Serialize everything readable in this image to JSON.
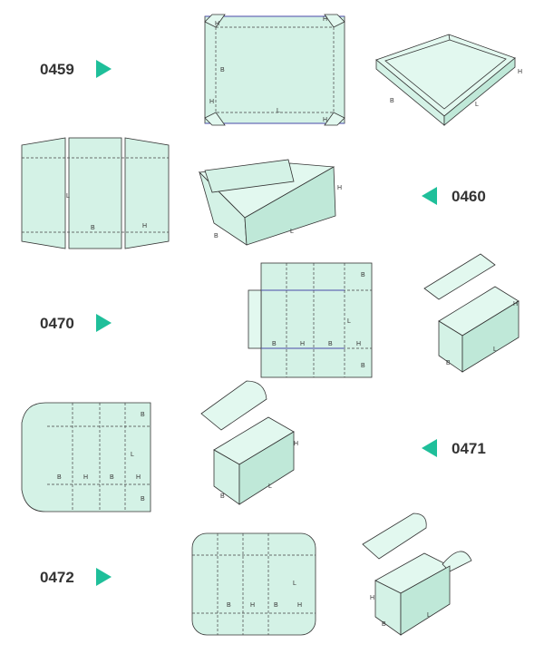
{
  "colors": {
    "accent": "#1fbf9a",
    "panel": "#d4f2e6",
    "line": "#333333"
  },
  "boxes": [
    {
      "code": "0459",
      "arrow": "right-arrow",
      "labels": {
        "b": "B",
        "h": "H",
        "l": "L"
      }
    },
    {
      "code": "0460",
      "arrow": "left-arrow",
      "labels": {
        "b": "B",
        "h": "H",
        "l": "L"
      }
    },
    {
      "code": "0470",
      "arrow": "right-arrow",
      "labels": {
        "b": "B",
        "h": "H",
        "l": "L"
      }
    },
    {
      "code": "0471",
      "arrow": "left-arrow",
      "labels": {
        "b": "B",
        "h": "H",
        "l": "L"
      }
    },
    {
      "code": "0472",
      "arrow": "right-arrow",
      "labels": {
        "b": "B",
        "h": "H",
        "l": "L"
      }
    }
  ]
}
